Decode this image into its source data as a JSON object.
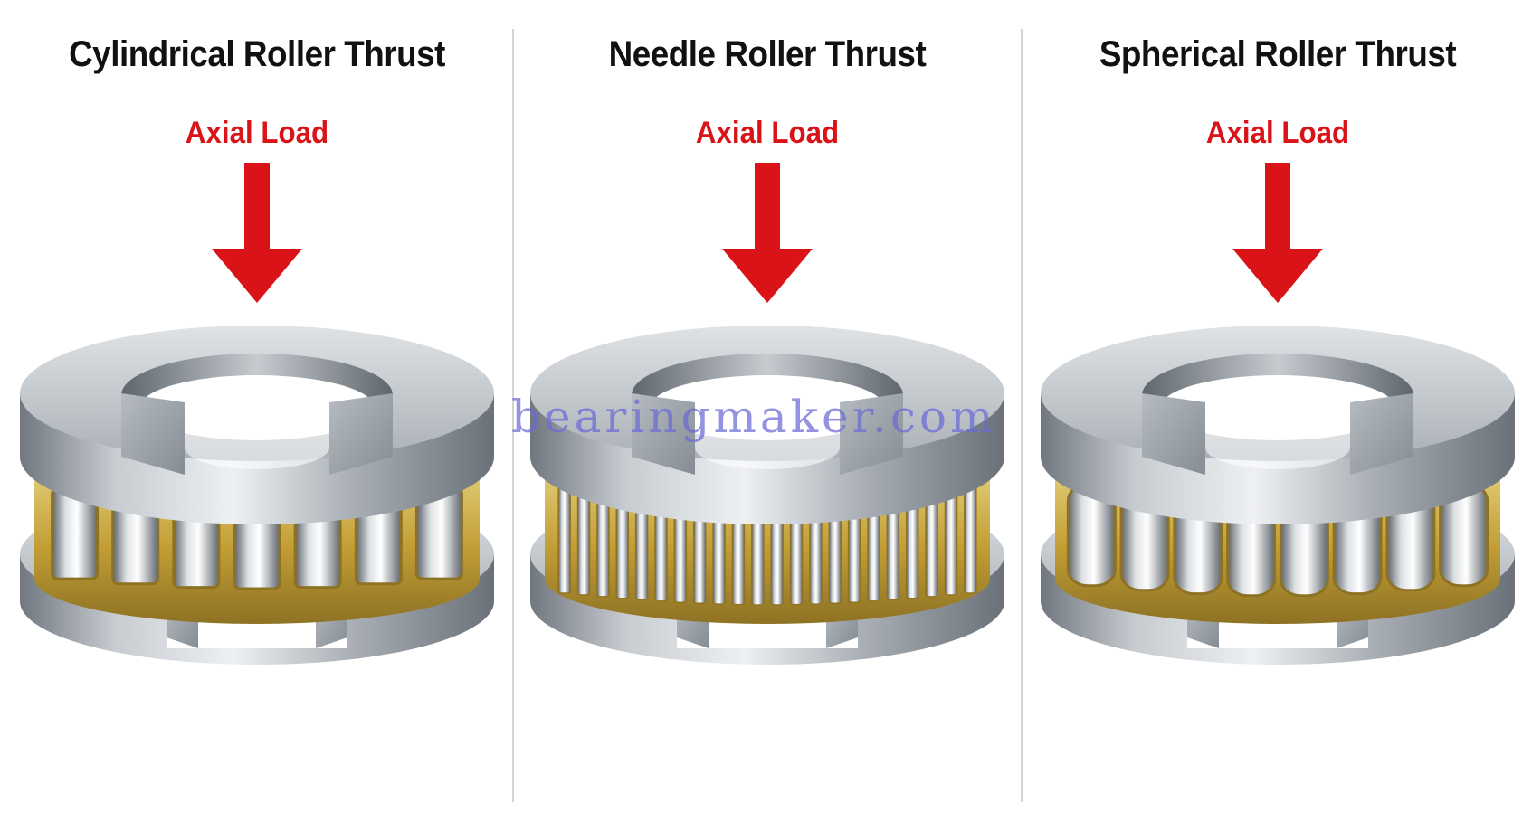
{
  "panels": [
    {
      "title": "Cylindrical Roller Thrust",
      "load_label": "Axial Load",
      "roller_type": "cylindrical"
    },
    {
      "title": "Needle Roller Thrust",
      "load_label": "Axial Load",
      "roller_type": "needle"
    },
    {
      "title": "Spherical Roller Thrust",
      "load_label": "Axial Load",
      "roller_type": "spherical"
    }
  ],
  "watermark": "bearingmaker.com",
  "colors": {
    "load": "#d91318",
    "steel_light": "#e4e7ea",
    "steel_dark": "#7d848b",
    "brass": "#c9a83e",
    "divider": "#d4d4d4"
  },
  "icons": [
    "arrow-down-icon"
  ]
}
